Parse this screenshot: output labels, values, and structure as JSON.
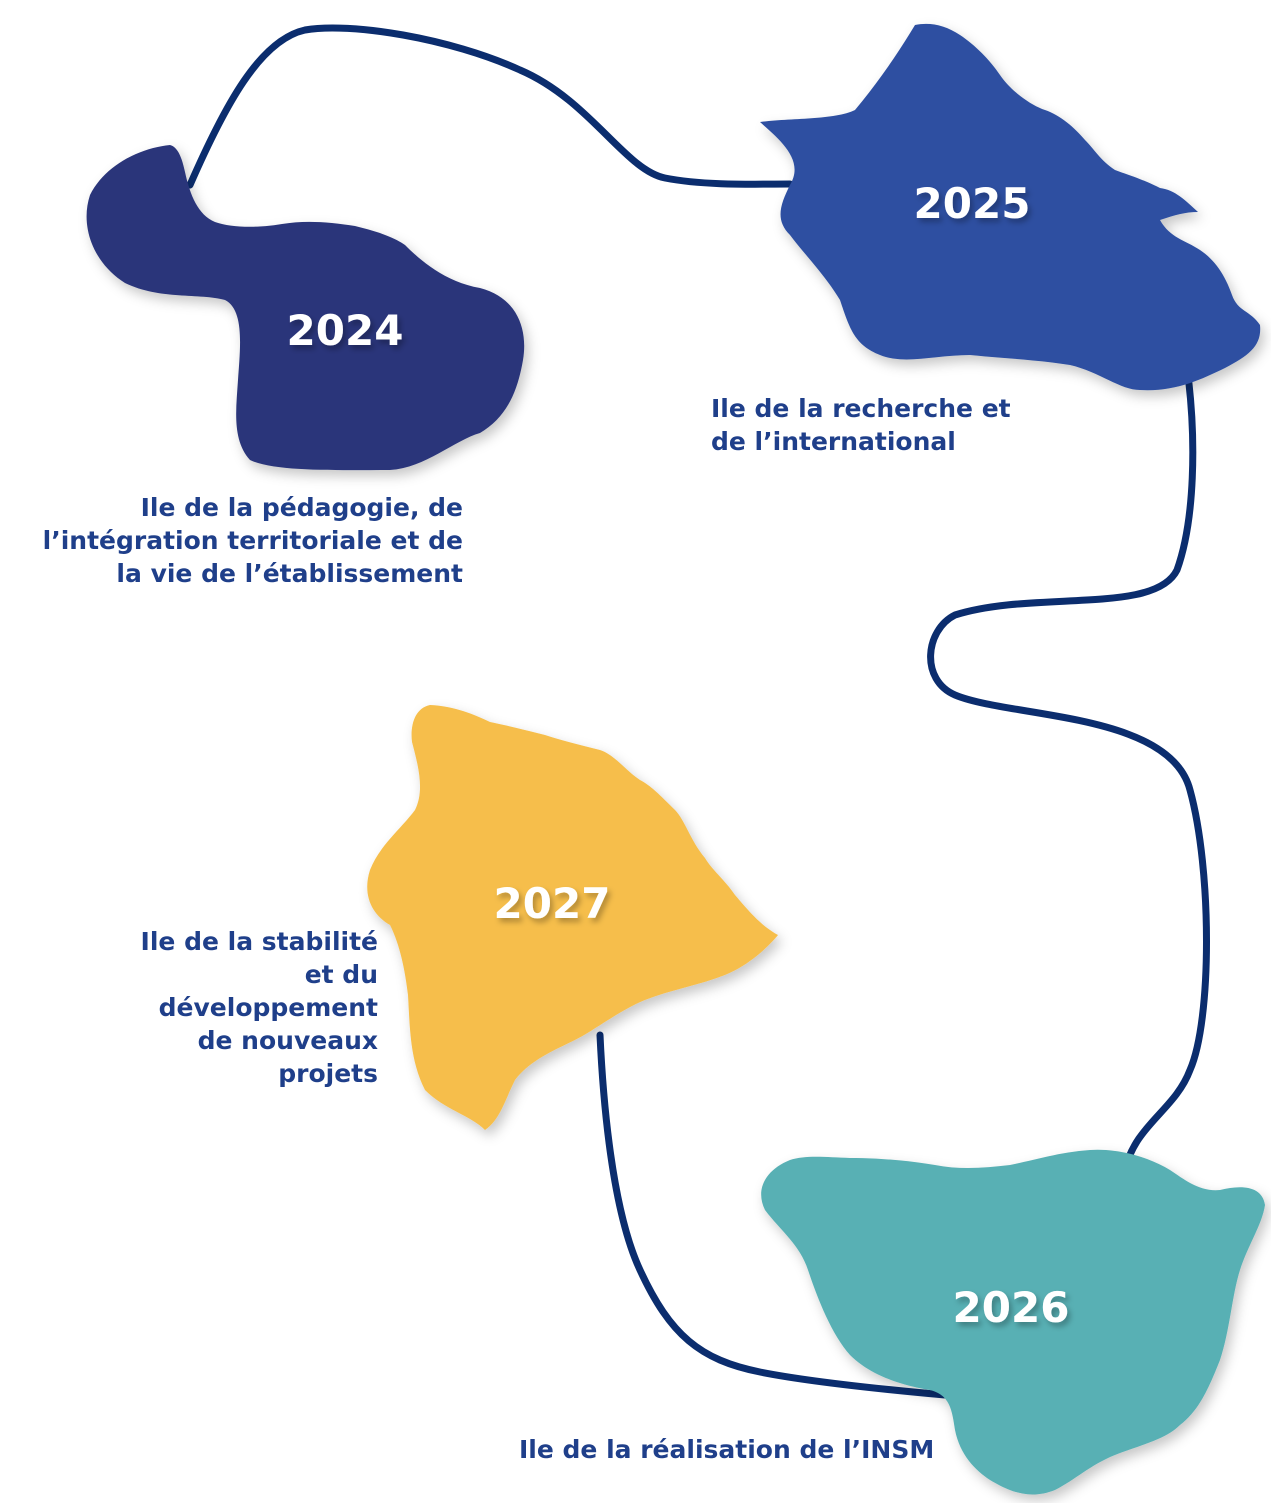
{
  "colors": {
    "path": "#0b2d6e",
    "text": "#1f3f8a",
    "island_2024": "#2b367a",
    "island_2025": "#2d50a1",
    "island_2026": "#59b0b4",
    "island_2027": "#f6be4b",
    "year_label": "#ffffff"
  },
  "islands": [
    {
      "year": "2024",
      "caption": "Ile de la pédagogie, de\nl’intégration territoriale et de\nla vie de l’établissement"
    },
    {
      "year": "2025",
      "caption": "Ile de la recherche et\nde l’international"
    },
    {
      "year": "2027",
      "caption": "Ile de la stabilité\net du\ndéveloppement\nde nouveaux\nprojets"
    },
    {
      "year": "2026",
      "caption": "Ile de la réalisation de l’INSM"
    }
  ]
}
